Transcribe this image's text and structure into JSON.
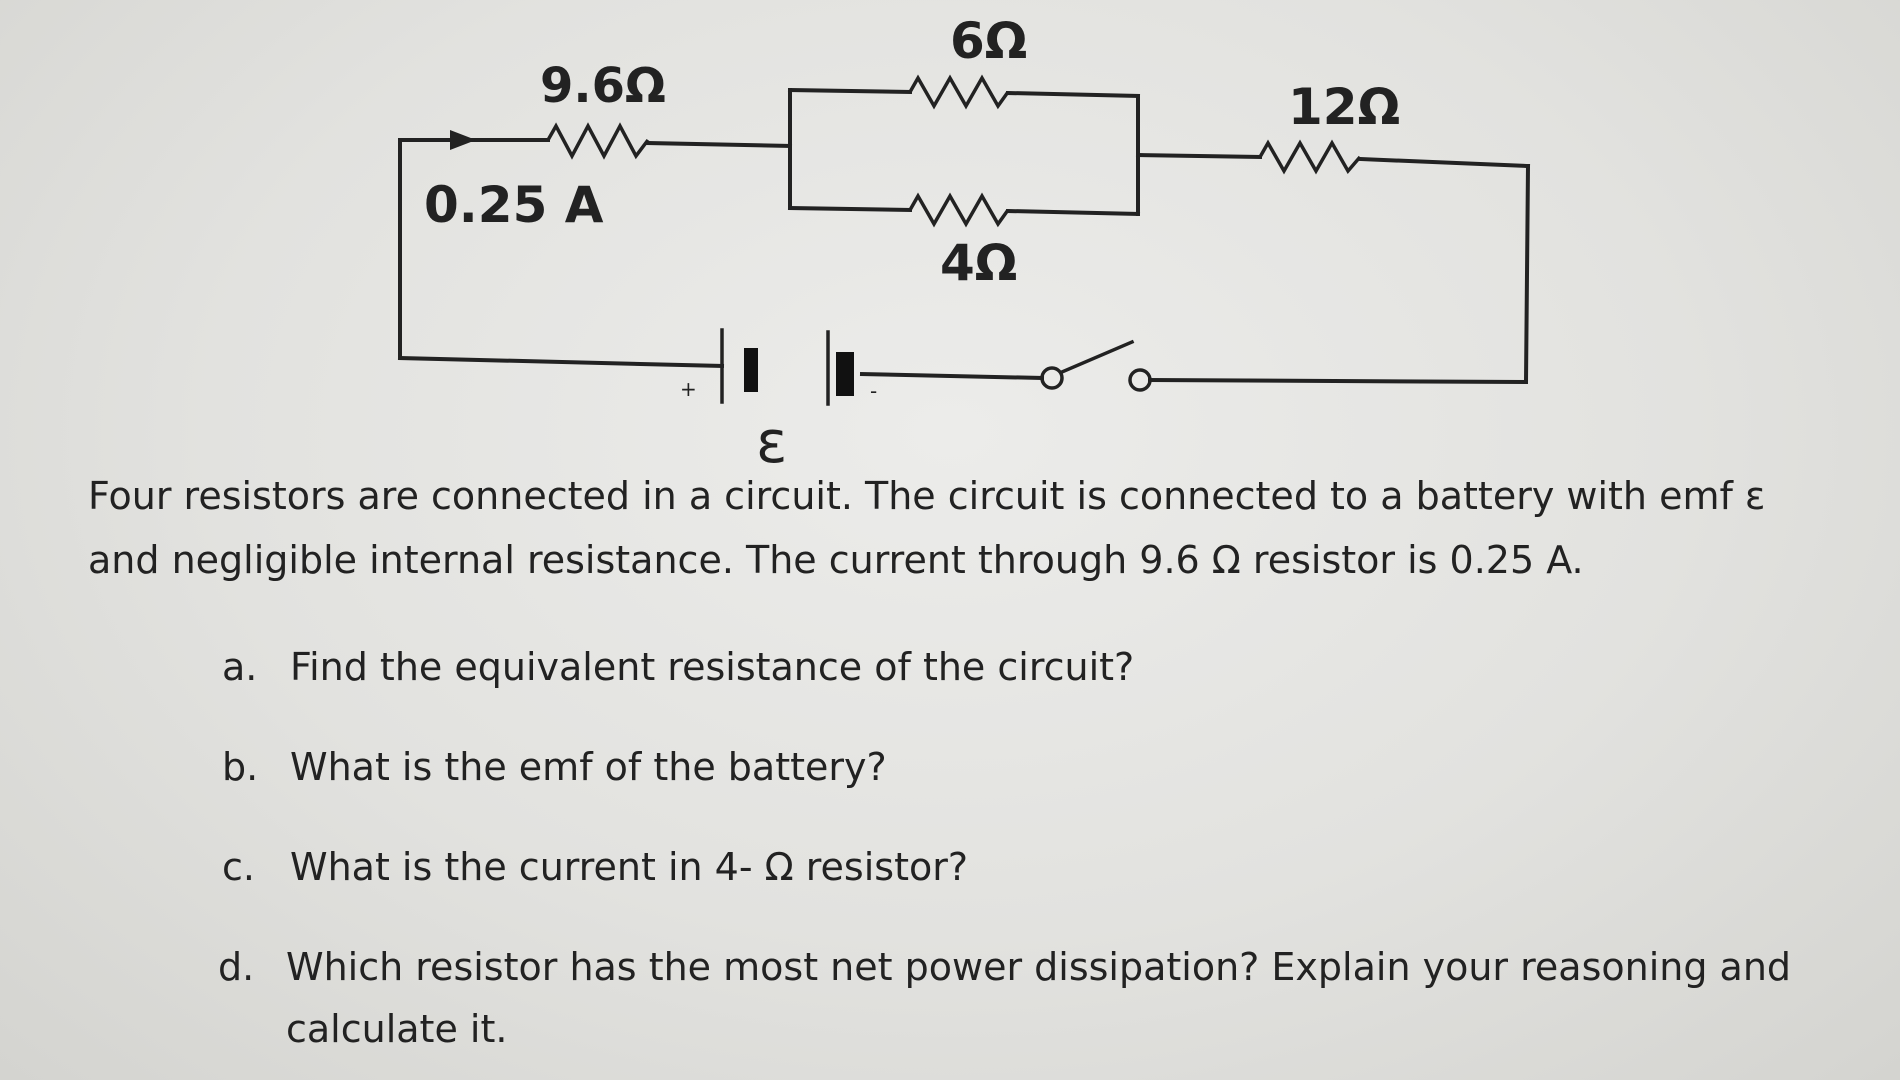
{
  "circuit": {
    "resistors": [
      {
        "id": "r1",
        "label": "9.6Ω"
      },
      {
        "id": "r2",
        "label": "6Ω"
      },
      {
        "id": "r3",
        "label": "4Ω"
      },
      {
        "id": "r4",
        "label": "12Ω"
      }
    ],
    "current_label": "0.25 A",
    "emf_symbol": "ε",
    "battery_plus": "+",
    "battery_minus": "-"
  },
  "problem": {
    "intro": "Four resistors are connected in a circuit. The circuit is connected to a battery with emf ε and negligible internal resistance. The current through 9.6 Ω resistor is 0.25 A.",
    "questions": [
      {
        "letter": "a.",
        "text": "Find the equivalent resistance of the circuit?"
      },
      {
        "letter": "b.",
        "text": "What is the emf of the battery?"
      },
      {
        "letter": "c.",
        "text": "What is the current in 4- Ω resistor?"
      },
      {
        "letter": "d.",
        "text": "Which resistor has the most net power dissipation? Explain your reasoning and calculate it."
      }
    ]
  }
}
